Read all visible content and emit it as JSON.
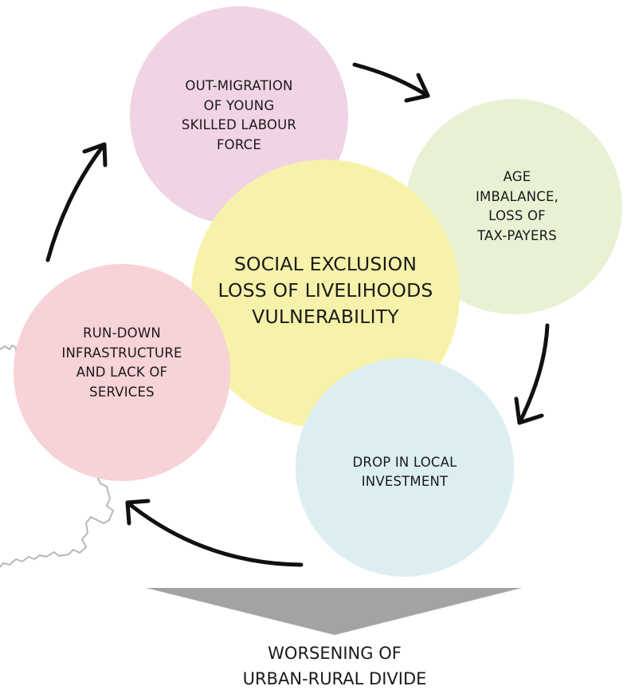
{
  "center": {
    "line1": "SOCIAL EXCLUSION",
    "line2": "LOSS OF LIVELIHOODS",
    "line3": "VULNERABILITY",
    "color": "#f7f2aa"
  },
  "cycle": [
    {
      "id": "out_migration",
      "lines": [
        "OUT-MIGRATION",
        "OF YOUNG",
        "SKILLED LABOUR",
        "FORCE"
      ],
      "color": "#f1d3e6"
    },
    {
      "id": "age_imbalance",
      "lines": [
        "AGE",
        "IMBALANCE,",
        "LOSS OF",
        "TAX-PAYERS"
      ],
      "color": "#e9f1d4"
    },
    {
      "id": "drop_investment",
      "lines": [
        "DROP IN LOCAL",
        "INVESTMENT"
      ],
      "color": "#ddeef3"
    },
    {
      "id": "run_down",
      "lines": [
        "RUN-DOWN",
        "INFRASTRUCTURE",
        "AND LACK OF",
        "SERVICES"
      ],
      "color": "#f7d2d6"
    }
  ],
  "outcome": {
    "line1": "WORSENING OF",
    "line2": "URBAN-RURAL DIVIDE",
    "arrow_color": "#a3a3a3"
  },
  "colors": {
    "arrow": "#111111",
    "map_outline": "#b7b7b7"
  }
}
